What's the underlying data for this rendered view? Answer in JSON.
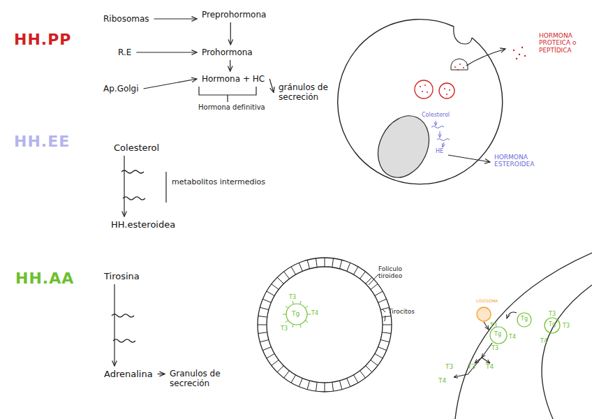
{
  "diagram": {
    "nodes": [
      {
        "text": [
          "Ribosomas"
        ]
      },
      {
        "text": [
          "Preprohormona"
        ]
      },
      {
        "text": [
          "R.E"
        ]
      },
      {
        "text": [
          "Prohormona"
        ]
      },
      {
        "text": [
          "Ap.Golgi"
        ]
      },
      {
        "text": [
          "Hormona + HC"
        ]
      },
      {
        "text": [
          "gránulos de secreción"
        ]
      },
      {
        "text": [
          "Colesterol"
        ]
      },
      {
        "text": [
          "HH.esteroidea"
        ]
      },
      {
        "text": [
          "Tirosina"
        ]
      },
      {
        "text": [
          "Adrenalina"
        ]
      },
      {
        "text": [
          "Granulos de secreción"
        ]
      }
    ],
    "edges": [
      {
        "from": 0,
        "to": 1,
        "arrow": "to"
      },
      {
        "from": 1,
        "to": 3,
        "arrow": "to"
      },
      {
        "from": 2,
        "to": 3,
        "arrow": "to"
      },
      {
        "from": 3,
        "to": 5,
        "arrow": "to"
      },
      {
        "from": 4,
        "to": 5,
        "arrow": "to"
      },
      {
        "from": 5,
        "to": 6,
        "arrow": "to"
      },
      {
        "from": 7,
        "to": 8,
        "arrow": "to"
      },
      {
        "from": 9,
        "to": 10,
        "arrow": "to"
      },
      {
        "from": 10,
        "to": 11,
        "arrow": "to"
      }
    ],
    "labels": [
      "HH.PP",
      "Hormona definitiva",
      "HORMONA PROTEICA o PEPTÍDICA",
      "Colesterol",
      "HE",
      "HORMONA ESTEROIDEA",
      "HH.EE",
      "metabolitos intermedios",
      "HH.AA",
      "Folículo tiroideo",
      "Tirocitos",
      "T3",
      "T4",
      "T3",
      "Tg",
      "LISOSOMA",
      "Tg",
      "T3",
      "T4",
      "T3",
      "Tg",
      "Tg",
      "T3",
      "T3",
      "T4",
      "T3",
      "T3",
      "T4",
      "T4"
    ]
  }
}
